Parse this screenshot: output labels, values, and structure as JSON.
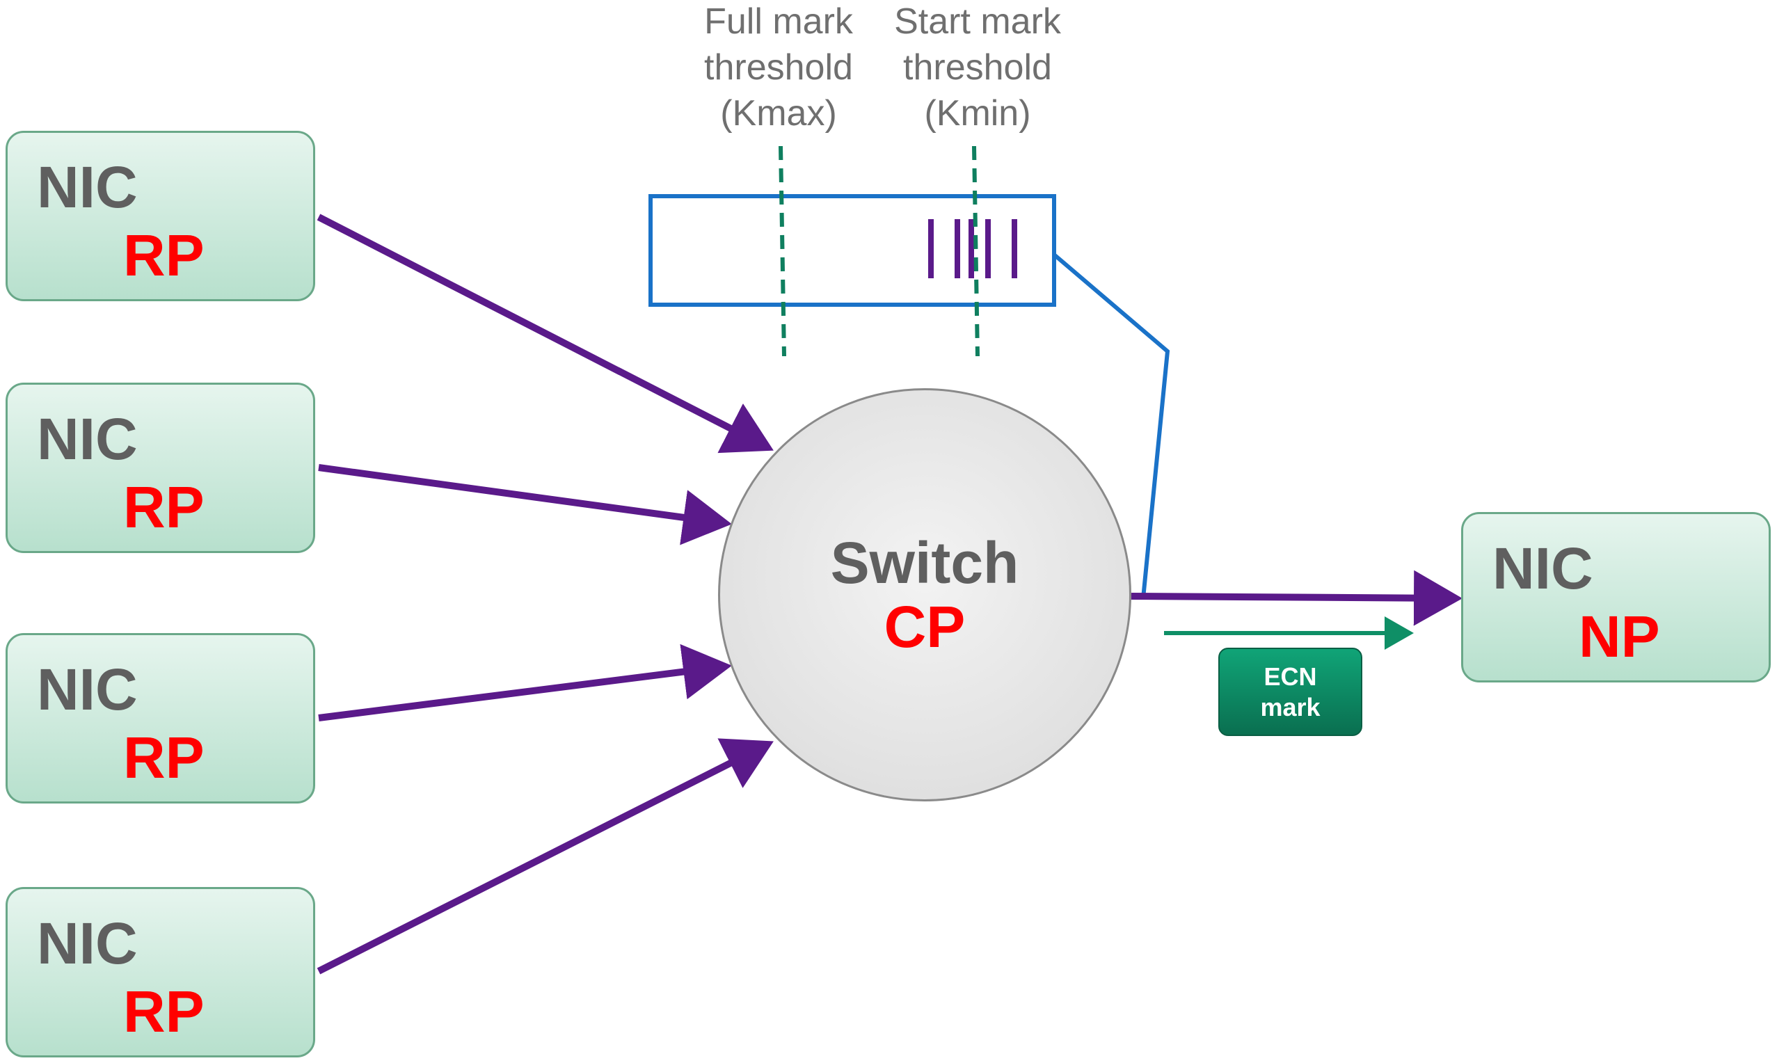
{
  "colors": {
    "flow_arrow": "#5a1a8a",
    "queue_border": "#1a72c8",
    "threshold_line": "#0f7f5f",
    "ecn_arrow": "#0f8f66",
    "role_text": "#ff0000",
    "node_text": "#5f5f5f"
  },
  "thresholds": {
    "kmax": "Full mark\nthreshold\n(Kmax)",
    "kmin": "Start mark\nthreshold\n(Kmin)"
  },
  "senders": [
    {
      "nic": "NIC",
      "role": "RP"
    },
    {
      "nic": "NIC",
      "role": "RP"
    },
    {
      "nic": "NIC",
      "role": "RP"
    },
    {
      "nic": "NIC",
      "role": "RP"
    }
  ],
  "switch": {
    "name": "Switch",
    "role": "CP"
  },
  "receiver": {
    "nic": "NIC",
    "role": "NP"
  },
  "ecn": {
    "line1": "ECN",
    "line2": "mark"
  }
}
